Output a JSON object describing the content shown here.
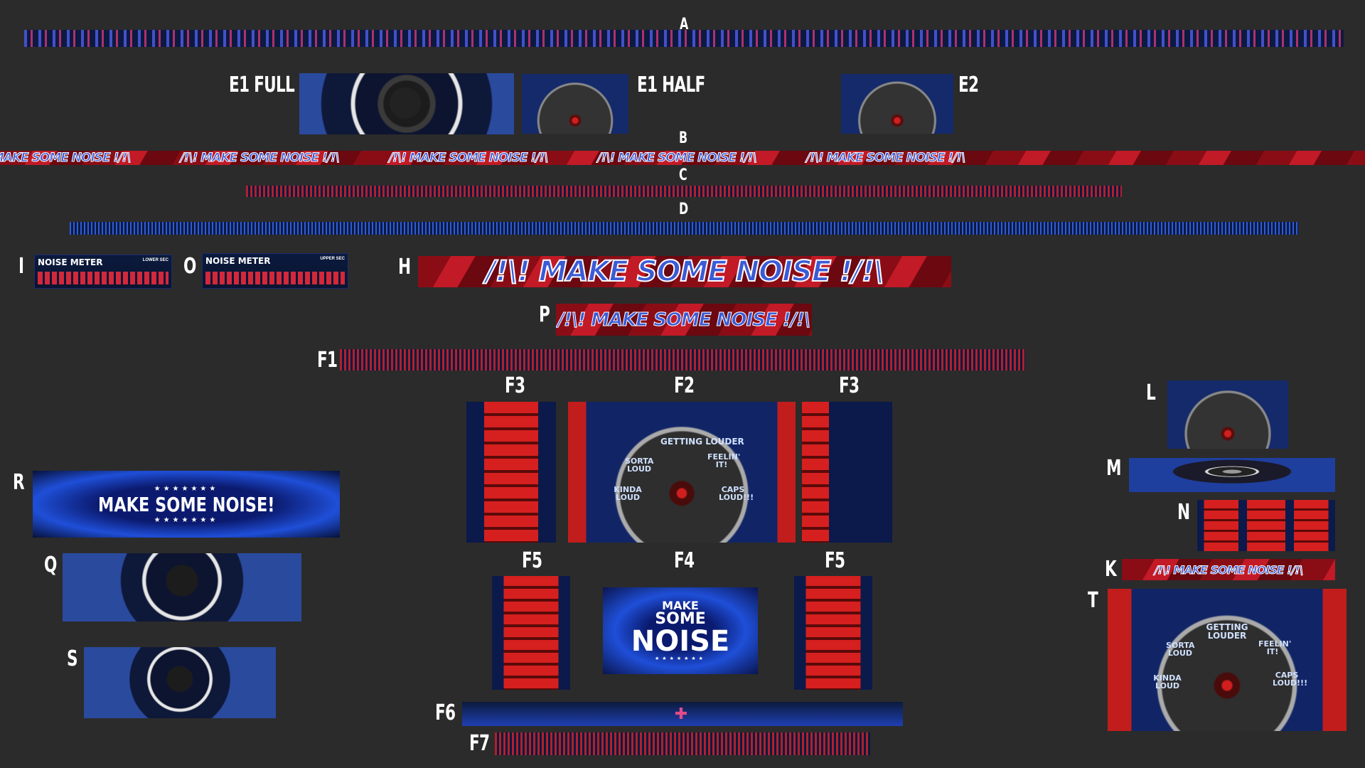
{
  "labels": {
    "A": "A",
    "E1_FULL": "E1 FULL",
    "E1_HALF": "E1 HALF",
    "E2": "E2",
    "B": "B",
    "C": "C",
    "D": "D",
    "I": "I",
    "O": "O",
    "H": "H",
    "P": "P",
    "F1": "F1",
    "F3a": "F3",
    "F2": "F2",
    "F3b": "F3",
    "F5a": "F5",
    "F4": "F4",
    "F5b": "F5",
    "F6": "F6",
    "F7": "F7",
    "R": "R",
    "Q": "Q",
    "S": "S",
    "L": "L",
    "M": "M",
    "N": "N",
    "K": "K",
    "T": "T"
  },
  "banner_text": "/!\\! MAKE SOME NOISE !/!\\",
  "meter_i": {
    "title": "NOISE METER",
    "sub": "LOWER SEC"
  },
  "meter_o": {
    "title": "NOISE METER",
    "sub": "UPPER SEC"
  },
  "gauge": {
    "t1": "GETTING LOUDER",
    "t2": "SORTA LOUD",
    "t3": "FEELIN' IT!",
    "t4": "KINDA LOUD",
    "t5": "CAPS LOUD!!!"
  },
  "r_text": "MAKE SOME NOISE!",
  "f4_text": {
    "l1": "MAKE",
    "l2": "SOME",
    "l3": "NOISE"
  },
  "stars": "★★★★★★★"
}
